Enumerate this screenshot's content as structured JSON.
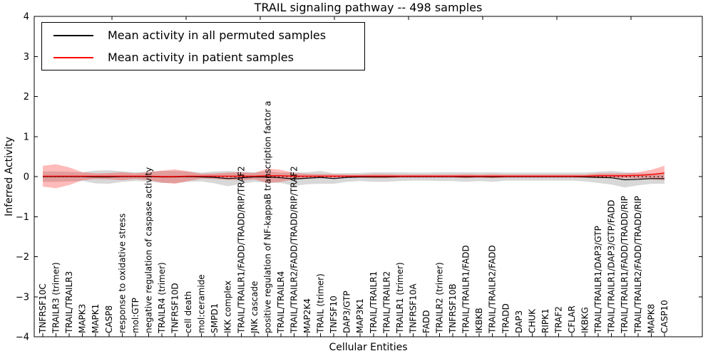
{
  "figure": {
    "title": "TRAIL signaling pathway -- 498 samples",
    "xlabel": "Cellular Entities",
    "ylabel": "Inferred Activity"
  },
  "legend": {
    "items": [
      {
        "label": "Mean activity in all permuted samples",
        "color": "#000000"
      },
      {
        "label": "Mean activity in patient samples",
        "color": "#ff0000"
      }
    ]
  },
  "chart_data": {
    "type": "line",
    "title": "TRAIL signaling pathway -- 498 samples",
    "xlabel": "Cellular Entities",
    "ylabel": "Inferred Activity",
    "ylim": [
      -4,
      4
    ],
    "yticks": [
      4,
      3,
      2,
      1,
      0,
      -1,
      -2,
      -3,
      -4
    ],
    "ytick_labels": [
      "4",
      "3",
      "2",
      "1",
      "0",
      "−1",
      "−2",
      "−3",
      "−4"
    ],
    "grid": false,
    "legend_position": "upper left",
    "reference_line": {
      "y": 0,
      "style": "dotted",
      "color": "#000000"
    },
    "categories": [
      "TNFRSF10C",
      "TRAILR3 (trimer)",
      "TRAIL/TRAILR3",
      "MAPK3",
      "MAPK1",
      "CASP8",
      "response to oxidative stress",
      "mol:GTP",
      "negative regulation of caspase activity",
      "TRAILR4 (trimer)",
      "TNFRSF10D",
      "cell death",
      "mol:ceramide",
      "SMPD1",
      "IKK complex",
      "TRAIL/TRAILR1/FADD/TRADD/RIP/TRAF2",
      "JNK cascade",
      "positive regulation of NF-kappaB transcription factor a",
      "TRAIL/TRAILR4",
      "TRAIL/TRAILR2/FADD/TRADD/RIP/TRAF2",
      "MAP2K4",
      "TRAIL (trimer)",
      "TNFSF10",
      "DAP3/GTP",
      "MAP3K1",
      "TRAIL/TRAILR1",
      "TRAIL/TRAILR2",
      "TRAILR1 (trimer)",
      "TNFRSF10A",
      "FADD",
      "TRAILR2 (trimer)",
      "TNFRSF10B",
      "TRAIL/TRAILR1/FADD",
      "IKBKB",
      "TRAIL/TRAILR2/FADD",
      "TRADD",
      "DAP3",
      "CHUK",
      "RIPK1",
      "TRAF2",
      "CFLAR",
      "IKBKG",
      "TRAIL/TRAILR1/DAP3/GTP",
      "TRAIL/TRAILR1/DAP3/GTP/FADD",
      "TRAIL/TRAILR1/FADD/TRADD/RIP",
      "TRAIL/TRAILR2/FADD/TRADD/RIP",
      "MAPK8",
      "CASP10"
    ],
    "series": [
      {
        "name": "Mean activity in all permuted samples",
        "line_color": "#000000",
        "band_color": "#999999",
        "band_opacity": 0.38,
        "mean": [
          0.0,
          0.0,
          0.0,
          0.0,
          -0.01,
          -0.01,
          0.0,
          0.0,
          0.0,
          -0.01,
          -0.01,
          0.0,
          -0.01,
          -0.02,
          -0.05,
          -0.03,
          -0.01,
          -0.01,
          -0.03,
          -0.06,
          -0.04,
          -0.02,
          -0.05,
          -0.02,
          -0.01,
          -0.01,
          -0.01,
          0.0,
          0.0,
          0.0,
          0.0,
          0.0,
          -0.01,
          0.0,
          -0.01,
          0.0,
          0.0,
          0.0,
          0.0,
          0.0,
          0.0,
          -0.01,
          -0.02,
          -0.03,
          -0.08,
          -0.07,
          -0.05,
          -0.05
        ],
        "std": [
          0.13,
          0.13,
          0.12,
          0.11,
          0.16,
          0.17,
          0.13,
          0.11,
          0.12,
          0.15,
          0.15,
          0.13,
          0.11,
          0.15,
          0.19,
          0.15,
          0.12,
          0.14,
          0.13,
          0.17,
          0.15,
          0.16,
          0.13,
          0.11,
          0.1,
          0.12,
          0.12,
          0.11,
          0.1,
          0.1,
          0.11,
          0.11,
          0.12,
          0.11,
          0.12,
          0.1,
          0.1,
          0.1,
          0.1,
          0.1,
          0.1,
          0.11,
          0.14,
          0.17,
          0.19,
          0.15,
          0.13,
          0.13
        ]
      },
      {
        "name": "Mean activity in patient samples",
        "line_color": "#ff0000",
        "band_color": "#ff0000",
        "band_opacity": 0.27,
        "mean": [
          0.01,
          0.01,
          0.01,
          0.01,
          0.01,
          0.01,
          0.01,
          0.01,
          0.01,
          0.0,
          0.0,
          0.01,
          0.01,
          0.01,
          0.01,
          0.01,
          0.01,
          0.02,
          0.02,
          0.01,
          0.01,
          0.01,
          0.01,
          0.01,
          0.01,
          0.01,
          0.01,
          0.01,
          0.01,
          0.01,
          0.01,
          0.01,
          0.01,
          0.01,
          0.01,
          0.01,
          0.01,
          0.01,
          0.01,
          0.01,
          0.01,
          0.01,
          0.02,
          0.02,
          0.02,
          0.03,
          0.05,
          0.09
        ],
        "std": [
          0.26,
          0.3,
          0.22,
          0.1,
          0.07,
          0.08,
          0.1,
          0.07,
          0.1,
          0.15,
          0.18,
          0.12,
          0.06,
          0.07,
          0.09,
          0.1,
          0.08,
          0.18,
          0.15,
          0.08,
          0.06,
          0.05,
          0.05,
          0.04,
          0.04,
          0.05,
          0.05,
          0.04,
          0.04,
          0.04,
          0.04,
          0.04,
          0.05,
          0.04,
          0.05,
          0.04,
          0.04,
          0.04,
          0.04,
          0.04,
          0.04,
          0.04,
          0.06,
          0.06,
          0.06,
          0.08,
          0.12,
          0.18
        ]
      }
    ]
  }
}
